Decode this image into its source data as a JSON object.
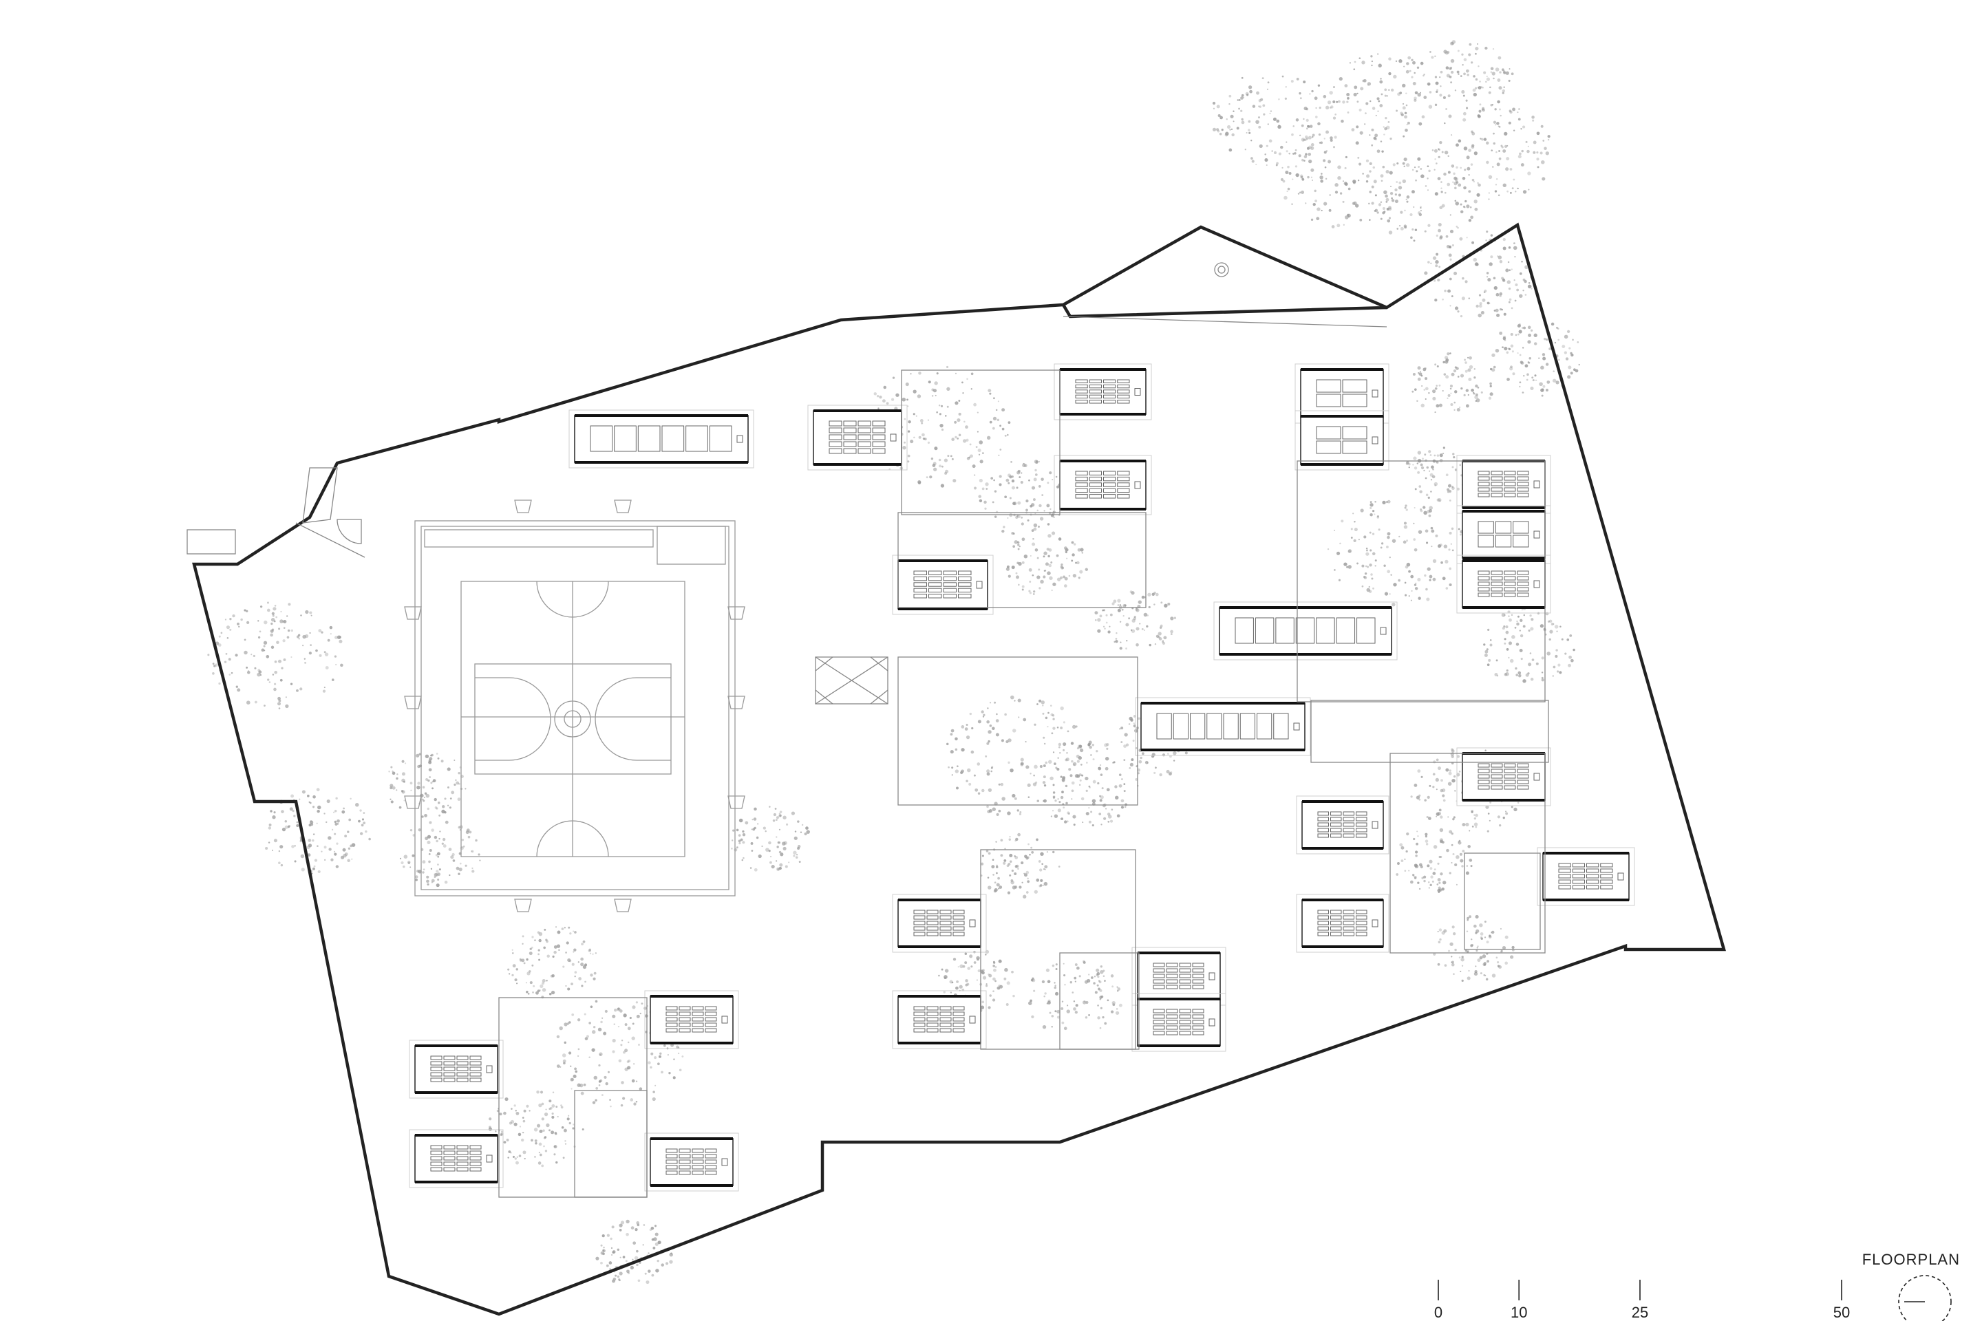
{
  "title": "FLOORPLAN",
  "scale_bar": {
    "ticks": [
      {
        "label": "0",
        "value": 0
      },
      {
        "label": "10",
        "value": 10
      },
      {
        "label": "25",
        "value": 25
      },
      {
        "label": "50",
        "value": 50
      }
    ]
  },
  "colors": {
    "ink": "#222222",
    "line_gray": "#888888",
    "tree_gray": "#9a9a9a",
    "background": "#ffffff"
  },
  "icons": {
    "north": "north-arrow-icon"
  }
}
